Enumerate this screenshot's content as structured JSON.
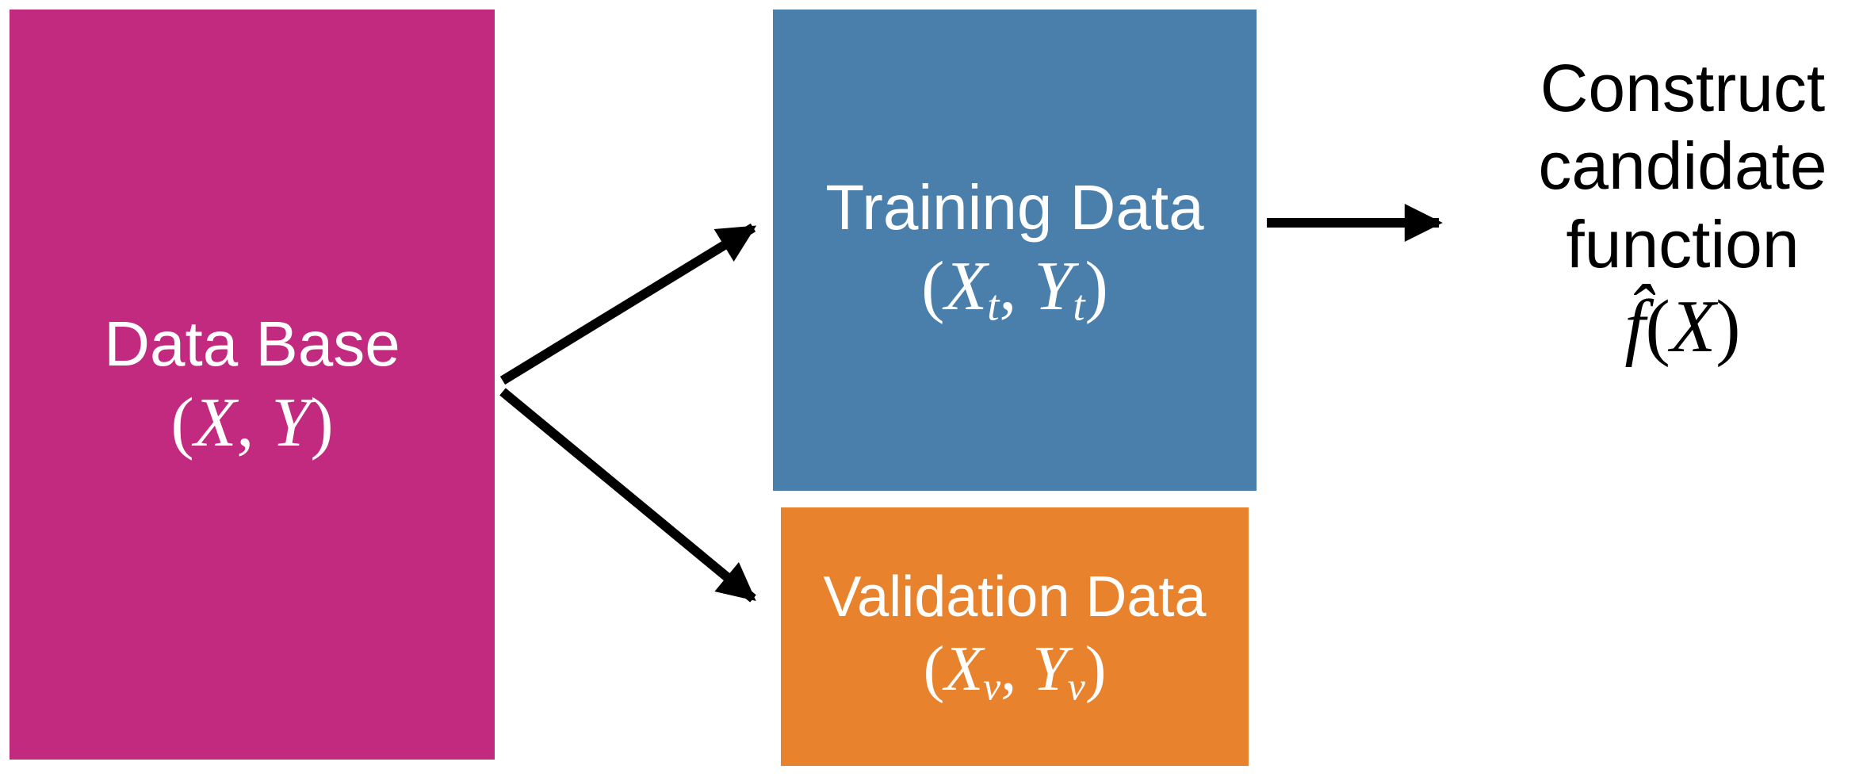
{
  "database": {
    "title": "Data Base",
    "formula": {
      "open": "(",
      "v1": "X",
      "comma": ", ",
      "v2": "Y",
      "close": ")"
    }
  },
  "training": {
    "title": "Training Data",
    "formula": {
      "open": "(",
      "v1": "X",
      "sub1": "t",
      "comma": ", ",
      "v2": "Y",
      "sub2": "t",
      "close": ")"
    }
  },
  "validation": {
    "title": "Validation Data",
    "formula": {
      "open": "(",
      "v1": "X",
      "sub1": "v",
      "comma": ", ",
      "v2": "Y",
      "sub2": "v",
      "close": ")"
    }
  },
  "construct": {
    "line1": "Construct",
    "line2": "candidate",
    "line3": "function",
    "formula": {
      "f": "f̂",
      "open": "(",
      "x": "X",
      "close": ")"
    }
  },
  "colors": {
    "database": "#C12A7E",
    "training": "#4A7FAC",
    "validation": "#E8822C",
    "arrow": "#000000",
    "box_text": "#FFFFFF",
    "construct_text": "#000000"
  }
}
